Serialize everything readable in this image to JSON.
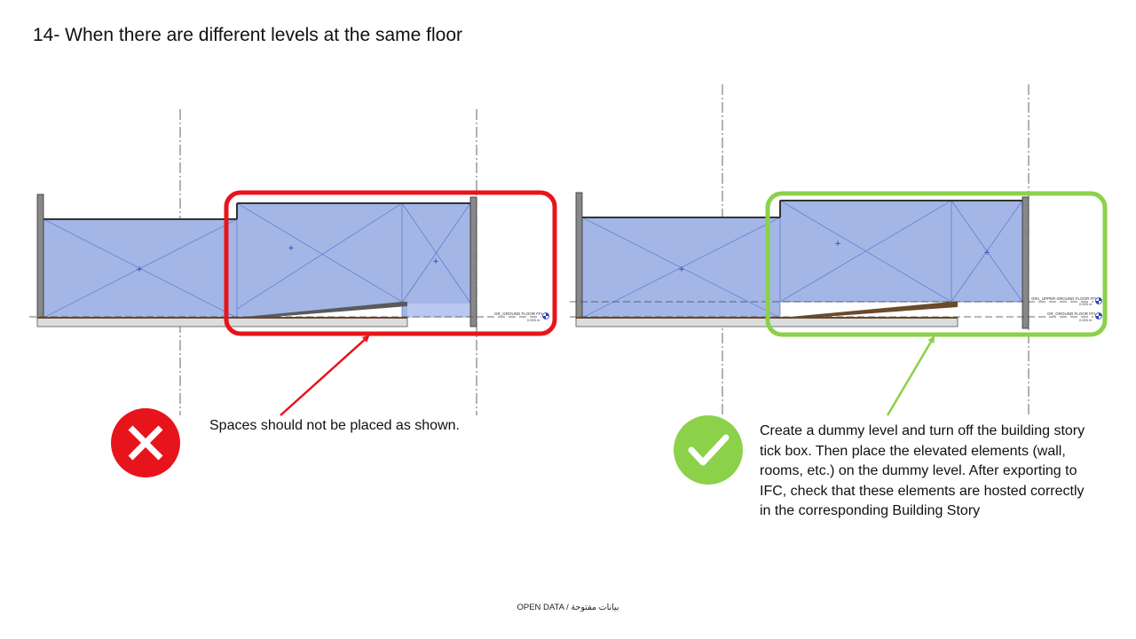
{
  "title": "14- When there are different levels at the same floor",
  "wrong_example": {
    "caption": "Spaces should not be placed as shown.",
    "level_label": "GR_GROUND FLOOR FFL",
    "level_value": "0.000 m",
    "highlight_color": "#e8141b",
    "badge_icon": "cross-icon"
  },
  "right_example": {
    "caption": "Create a dummy level and turn off the building story tick box. Then place the elevated elements (wall, rooms, etc.) on the dummy level. After exporting to IFC, check that these elements are hosted correctly in the corresponding Building Story",
    "upper_level_label": "GR1_UPPER GROUND FLOOR FFL",
    "upper_level_value": "0.000 m",
    "level_label": "GR_GROUND FLOOR FFL",
    "level_value": "0.000 m",
    "highlight_color": "#8bd14a",
    "badge_icon": "check-icon"
  },
  "room_fill_color": "#a3b6e6",
  "footer": "OPEN DATA / بيانات مفتوحة"
}
